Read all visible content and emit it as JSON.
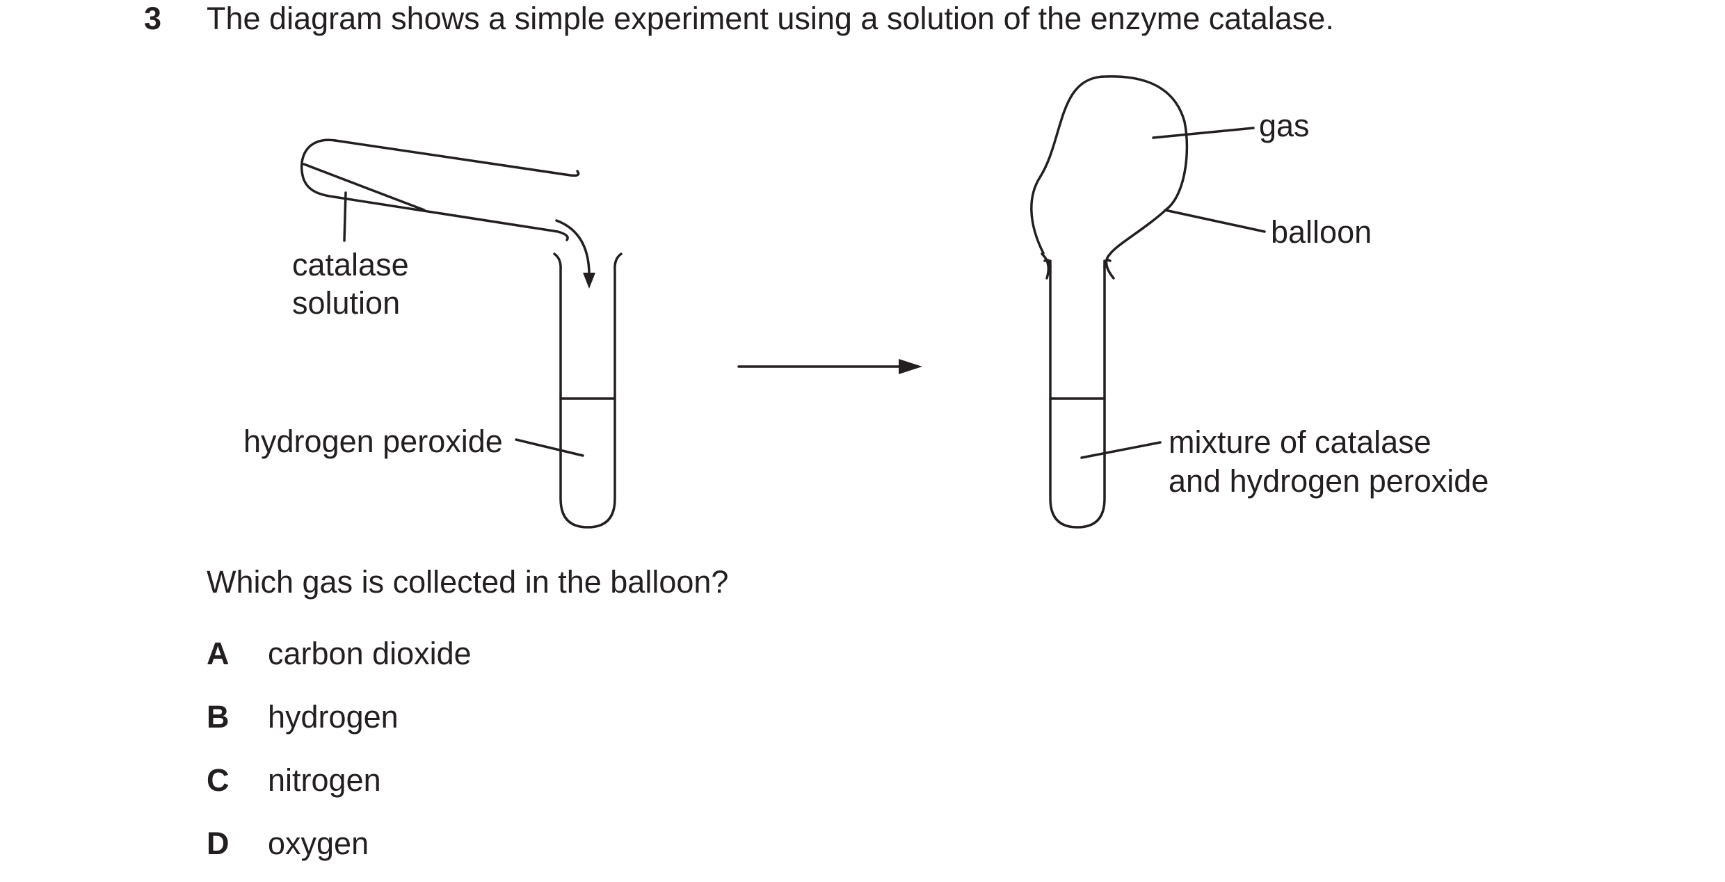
{
  "question": {
    "number": "3",
    "intro": "The diagram shows a simple experiment using a solution of the enzyme catalase.",
    "stem": "Which gas is collected in the balloon?"
  },
  "diagram": {
    "labels": {
      "catalase_line1": "catalase",
      "catalase_line2": "solution",
      "hydrogen_peroxide": "hydrogen peroxide",
      "gas": "gas",
      "balloon": "balloon",
      "mixture_line1": "mixture of catalase",
      "mixture_line2": "and hydrogen peroxide"
    }
  },
  "options": [
    {
      "letter": "A",
      "text": "carbon dioxide"
    },
    {
      "letter": "B",
      "text": "hydrogen"
    },
    {
      "letter": "C",
      "text": "nitrogen"
    },
    {
      "letter": "D",
      "text": "oxygen"
    }
  ]
}
